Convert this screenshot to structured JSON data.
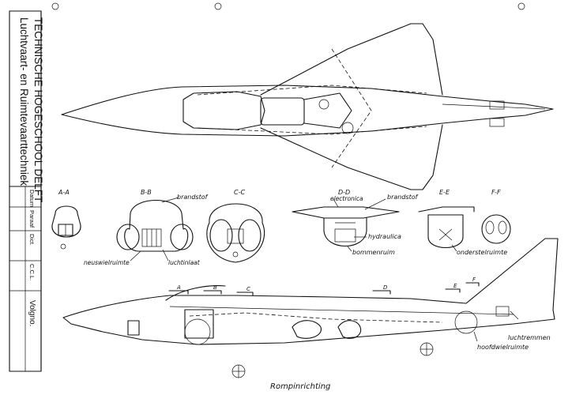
{
  "title_block": {
    "institution": "TECHNISCHE HOGESCHOOL DELFT",
    "department": "Luchtvaart- en Ruimtevaarttechniek",
    "field_datum": "Datum",
    "field_paraaf": "Paraaf",
    "field_dict": "Dict.",
    "field_ccl": "C.C.L.",
    "field_volgno": "Volgno."
  },
  "sections": [
    {
      "id": "aa",
      "label": "A-A"
    },
    {
      "id": "bb",
      "label": "B-B"
    },
    {
      "id": "cc",
      "label": "C-C"
    },
    {
      "id": "dd",
      "label": "D-D"
    },
    {
      "id": "ee",
      "label": "E-E"
    },
    {
      "id": "ff",
      "label": "F-F"
    }
  ],
  "side_markers": [
    "A",
    "B",
    "C",
    "D",
    "E",
    "F"
  ],
  "annotations": {
    "brandstof_bb": "brandstof",
    "neuswielruimte": "neuswielruimte",
    "luchtinlaat": "luchtinlaat",
    "electronica": "electronica",
    "brandstof_dd": "brandstof",
    "hydraulica": "hydraulica",
    "bommenruim": "bommenruim",
    "onderstelruimte": "onderstelruimte",
    "luchtremmen": "luchtremmen",
    "hoofdwielruimte": "hoofdwielruimte",
    "rompinrichting": "Rompinrichting"
  }
}
